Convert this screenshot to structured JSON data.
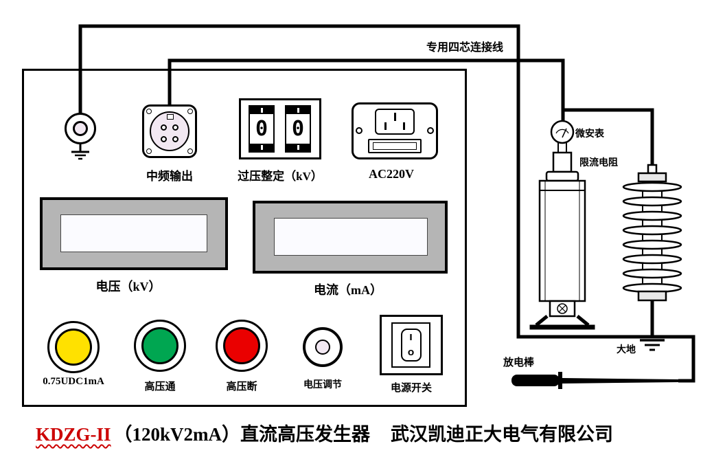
{
  "cable_label": "专用四芯连接线",
  "panel": {
    "if_output_label": "中频输出",
    "overvoltage_label": "过压整定（kV）",
    "overvoltage_digits": [
      "0",
      "0"
    ],
    "ac_inlet_label": "AC220V",
    "voltage_display_label": "电压（kV）",
    "current_display_label": "电流（mA）",
    "yellow_button_label": "0.75UDC1mA",
    "hv_on_label": "高压通",
    "hv_off_label": "高压断",
    "voltage_adjust_label": "电压调节",
    "power_switch_label": "电源开关",
    "power_switch_on_mark": "I",
    "power_switch_off_mark": "O"
  },
  "equipment": {
    "microammeter_label": "微安表",
    "limit_resistor_label": "限流电阻",
    "earth_label": "大地",
    "discharge_rod_label": "放电棒"
  },
  "footer": {
    "model": "KDZG-II",
    "spec": "（120kV2mA）",
    "product": "直流高压发生器",
    "company": "武汉凯迪正大电气有限公司"
  },
  "colors": {
    "yellow_button": "#ffe100",
    "green_button": "#00a651",
    "red_button": "#ea0000",
    "model_red": "#cc0000",
    "bezel_gray": "#b5b5b5",
    "screen": "#fbfbff",
    "socket_pink": "#f2e8f2"
  }
}
